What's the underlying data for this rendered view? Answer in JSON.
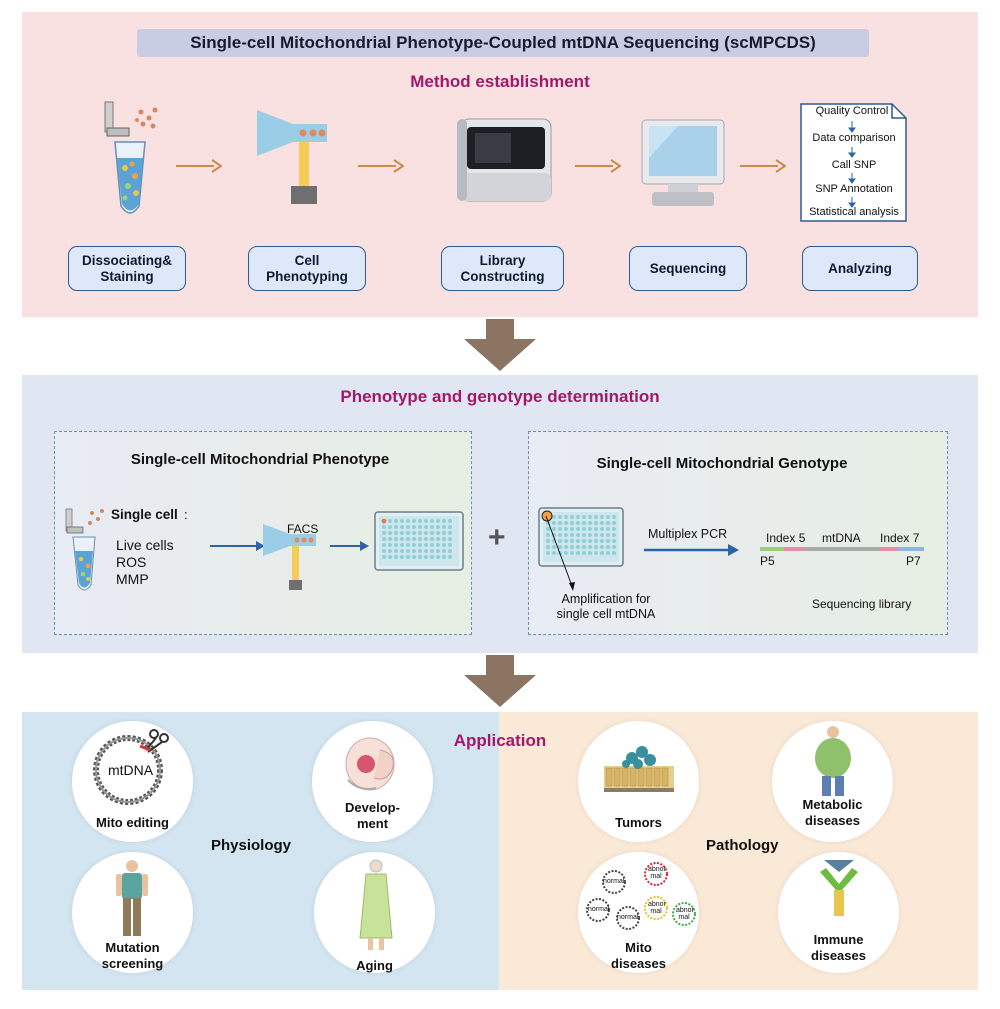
{
  "title": "Single-cell Mitochondrial Phenotype-Coupled mtDNA Sequencing (scMPCDS)",
  "section1": {
    "title": "Method establishment",
    "steps": [
      "Dissociating&\nStaining",
      "Cell\nPhenotyping",
      "Library\nConstructing",
      "Sequencing",
      "Analyzing"
    ],
    "analysis_list": [
      "Quality Control",
      "Data comparison",
      "Call SNP",
      "SNP Annotation",
      "Statistical analysis"
    ]
  },
  "section2": {
    "title": "Phenotype and genotype determination",
    "phenotype": {
      "title": "Single-cell Mitochondrial Phenotype",
      "single_cell_label": "Single cell",
      "colon": ":",
      "items": [
        "Live cells",
        "ROS",
        "MMP"
      ],
      "facs_label": "FACS"
    },
    "plus": "+",
    "genotype": {
      "title": "Single-cell Mitochondrial Genotype",
      "pcr_label": "Multiplex PCR",
      "index5": "Index 5",
      "mtdna": "mtDNA",
      "index7": "Index 7",
      "p5": "P5",
      "p7": "P7",
      "amplification": "Amplification for\nsingle cell mtDNA",
      "library": "Sequencing library"
    }
  },
  "section3": {
    "title": "Application",
    "physiology": "Physiology",
    "pathology": "Pathology",
    "mtdna_label": "mtDNA",
    "circles": {
      "mito_editing": "Mito editing",
      "development": "Develop-\nment",
      "mutation_screening": "Mutation\nscreening",
      "aging": "Aging",
      "tumors": "Tumors",
      "metabolic": "Metabolic\ndiseases",
      "mito_diseases": "Mito\ndiseases",
      "immune": "Immune\ndiseases"
    },
    "cell_labels": {
      "normal": "normal",
      "abnormal": "abnor\nmal"
    }
  },
  "colors": {
    "panel1_bg": "#f9e0e1",
    "panel2_bg": "#e1e6f3",
    "panel3_left_bg": "#d3e5f1",
    "panel3_right_bg": "#fbe9d8",
    "accent_magenta": "#a3186b",
    "step_border": "#2c5a92",
    "arrow_brown": "#8c7462",
    "small_arrow": "#c98a4a",
    "blue_arrow": "#2b64a8"
  }
}
